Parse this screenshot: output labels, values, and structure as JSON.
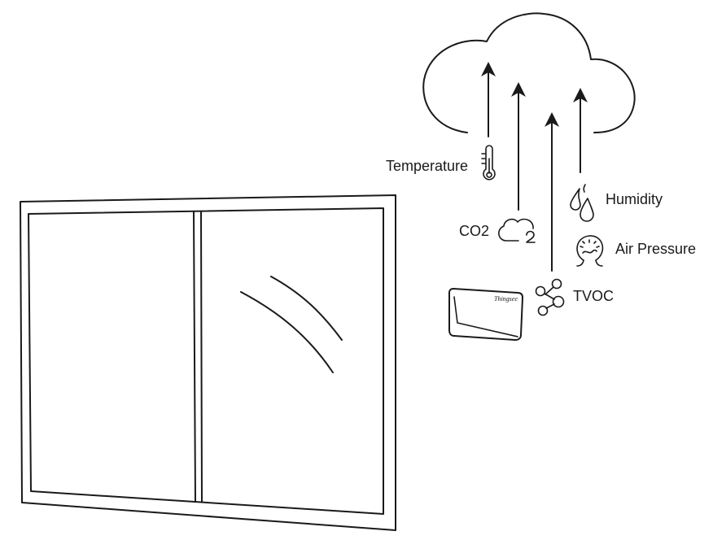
{
  "labels": {
    "temperature": "Temperature",
    "co2": "CO2",
    "humidity": "Humidity",
    "air_pressure": "Air Pressure",
    "tvoc": "TVOC"
  },
  "sensor_brand": "Thingsee",
  "icons": {
    "temperature": "thermometer-icon",
    "co2": "co2-cloud-icon",
    "humidity": "water-drops-icon",
    "air_pressure": "pressure-gauge-icon",
    "tvoc": "molecule-icon",
    "sky": "cloud",
    "window": "window",
    "sensor": "sensor-device"
  },
  "colors": {
    "line": "#1a1a1a",
    "background": "#ffffff"
  }
}
